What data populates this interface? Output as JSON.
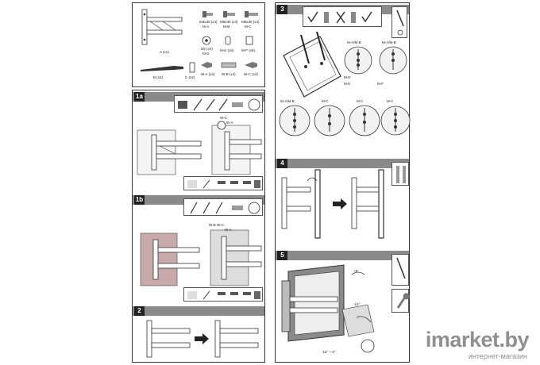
{
  "parts": {
    "a": "A (x1)",
    "b": "B (x2)",
    "c": "C (x2)",
    "m4": "M4x30 (x4)",
    "m4_code": "M-A",
    "m5": "M5x30 (x4)",
    "m5_code": "M-B",
    "m6": "M6x30 (x4)",
    "m6_code": "M-C",
    "washer": "D5 (x4)",
    "washer_code": "M-D",
    "spacer_e": "M-E (x8)",
    "spacer_f": "M-F (x8)",
    "anchor_a": "W-A (x4)",
    "anchor_b": "W-B (x4)",
    "anchor_c": "W-C (x4)"
  },
  "steps": {
    "s1a": "1a",
    "s1b": "1b",
    "s2": "2",
    "s3": "3",
    "s4": "4",
    "s5": "5"
  },
  "step1a": {
    "callout": "W-C",
    "callout2": "W-A"
  },
  "step1b": {
    "callout1": "W-B",
    "callout2": "W-C",
    "callout3": "W-A"
  },
  "step3": {
    "circles": [
      {
        "top": "M-A/M-B"
      },
      {
        "top": "M-A/M-B"
      },
      {
        "top": "M-A/M-B"
      },
      {
        "top": "M-C"
      },
      {
        "top": "M-C"
      },
      {
        "top": "M-C"
      }
    ],
    "layer_d": "M-D",
    "layer_e": "M-E",
    "layer_f": "M-F"
  },
  "step5": {
    "tilt_up": "+5°",
    "tilt_down": "-15°",
    "swivel": "-15° ~ 0°"
  },
  "watermark": {
    "brand": "imarket.by",
    "sub": "интернет-магазин"
  }
}
